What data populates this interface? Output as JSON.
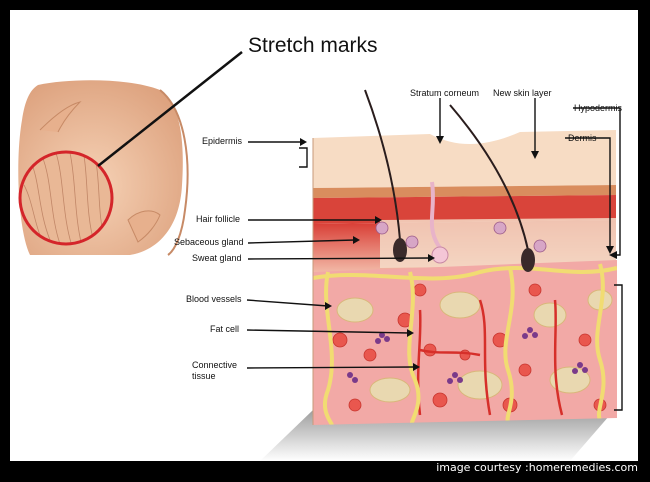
{
  "diagram": {
    "title": "Stretch marks",
    "labels": {
      "stratum_corneum": "Stratum corneum",
      "new_skin_layer": "New skin layer",
      "hypodermis": "Hypodermis",
      "dermis": "Dermis",
      "epidermis": "Epidermis",
      "hair_follicle": "Hair follicle",
      "sebaceous_gland": "Sebaceous gland",
      "sweat_gland": "Sweat gland",
      "blood_vessels": "Blood vessels",
      "fat_cell": "Fat cell",
      "connective_tissue_line1": "Connective",
      "connective_tissue_line2": "tissue"
    },
    "credit": "image courtesy :homeremedies.com"
  },
  "colors": {
    "frame": "#000000",
    "skin": "#f2c7a5",
    "epidermis_top": "#f7d9c2",
    "dermis_red": "#e0443a",
    "hypodermis_pink": "#f4a6a8",
    "fat_cell": "#e8d8b0",
    "connective": "#f3e27a",
    "blood_cell": "#e9584f",
    "vessel_purple": "#7a3a8a",
    "pointer_circle": "#d4252a"
  }
}
